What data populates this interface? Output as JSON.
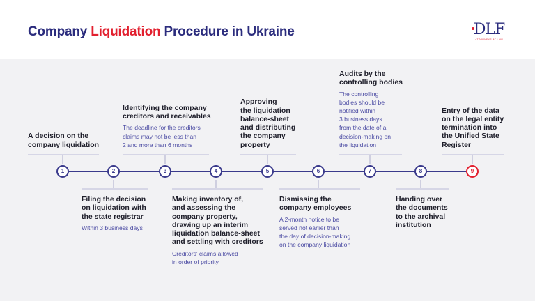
{
  "header": {
    "title_part1": "Company ",
    "title_accent": "Liquidation",
    "title_part2": " Procedure in Ukraine",
    "logo_text": "DLF",
    "logo_subtitle": "ATTORNEYS-AT-LAW"
  },
  "colors": {
    "navy": "#2b2c7d",
    "red": "#e2202f",
    "background": "#f2f2f4"
  },
  "steps": [
    {
      "number": "1",
      "title": "A decision on the\ncompany liquidation",
      "description": ""
    },
    {
      "number": "2",
      "title": "Filing the decision\non liquidation with\nthe state registrar",
      "description": "Within 3 business days"
    },
    {
      "number": "3",
      "title": "Identifying the company\ncreditors and receivables",
      "description": "The deadline for the creditors'\nclaims may not be less than\n2 and more than 6 months"
    },
    {
      "number": "4",
      "title": "Making inventory of,\nand assessing the\ncompany property,\ndrawing up an interim\nliquidation balance-sheet\nand settling with creditors",
      "description": "Creditors' claims allowed\nin order of priority"
    },
    {
      "number": "5",
      "title": "Approving\nthe liquidation\nbalance-sheet\nand distributing\nthe company\nproperty",
      "description": ""
    },
    {
      "number": "6",
      "title": "Dismissing the\ncompany employees",
      "description": "A 2-month notice to be\nserved not earlier than\nthe day of decision-making\non the company liquidation"
    },
    {
      "number": "7",
      "title": "Audits by the\ncontrolling bodies",
      "description": "The controlling\nbodies should be\nnotified within\n3 business days\nfrom the date of a\ndecision-making on\nthe liquidation"
    },
    {
      "number": "8",
      "title": "Handing over\nthe documents\nto the archival\ninstitution",
      "description": ""
    },
    {
      "number": "9",
      "title": "Entry of the data\non the legal entity\ntermination into\nthe Unified State\nRegister",
      "description": ""
    }
  ]
}
